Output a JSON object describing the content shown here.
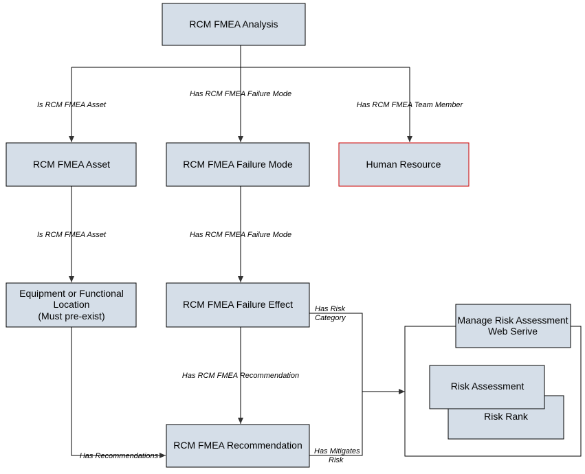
{
  "nodes": {
    "analysis": "RCM FMEA Analysis",
    "asset": "RCM FMEA Asset",
    "failure_mode": "RCM FMEA Failure Mode",
    "human_resource": "Human Resource",
    "equipment": [
      "Equipment or Functional",
      "Location",
      "(Must pre-exist)"
    ],
    "failure_effect": "RCM FMEA Failure Effect",
    "recommendation": "RCM FMEA Recommendation",
    "manage_risk": [
      "Manage Risk Assessment",
      "Web Serive"
    ],
    "risk_assessment": "Risk Assessment",
    "risk_rank": "Risk Rank"
  },
  "edges": {
    "is_asset_top": "Is RCM FMEA Asset",
    "has_failure_mode_top": "Has RCM FMEA Failure Mode",
    "has_team_member": "Has RCM FMEA Team Member",
    "is_asset_mid": "Is RCM FMEA Asset",
    "has_failure_mode_mid": "Has RCM FMEA Failure Mode",
    "has_risk_category": [
      "Has Risk",
      "Category"
    ],
    "has_recommendation": "Has RCM FMEA Recommendation",
    "has_recommendations": "Has Recommendations",
    "has_mitigates_risk": [
      "Has Mitigates",
      "Risk"
    ]
  },
  "colors": {
    "box_fill": "#d5dee8",
    "highlight_border": "#cc0000",
    "line": "#000000"
  }
}
